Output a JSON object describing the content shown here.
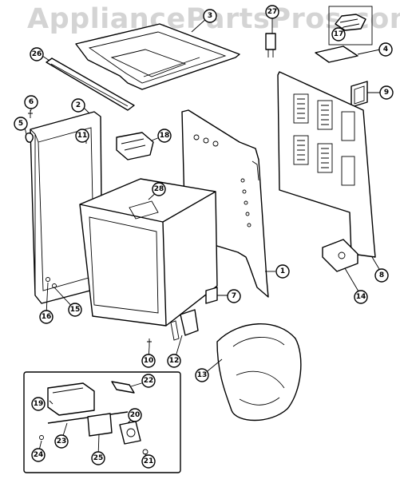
{
  "watermark": "AppliancePartsPros.com",
  "callouts": [
    "1",
    "2",
    "3",
    "4",
    "5",
    "6",
    "7",
    "8",
    "9",
    "10",
    "11",
    "12",
    "13",
    "14",
    "15",
    "16",
    "17",
    "18",
    "19",
    "20",
    "21",
    "22",
    "23",
    "24",
    "25",
    "26",
    "27",
    "28"
  ]
}
